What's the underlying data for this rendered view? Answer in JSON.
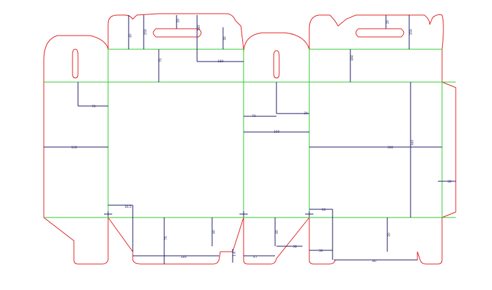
{
  "colors": {
    "cut": "#e02020",
    "fold": "#2ec82e",
    "dimension": "#1a1a66"
  },
  "dimensions": {
    "d1": "150",
    "d2": "70",
    "d3": "150",
    "d4": "40",
    "d5": "140",
    "d6": "20",
    "d7": "180",
    "d8": "75",
    "d9": "20",
    "d10": "160",
    "d11": "70",
    "d12": "160",
    "d13": "300",
    "d14": "340",
    "d15": "40",
    "d16": "70",
    "d17": "20",
    "d18": "30",
    "d19": "20",
    "d20": "18",
    "d21": "30",
    "d22": "30",
    "d23": "16.5",
    "d24": "1.8",
    "d25": "47",
    "d26": "38",
    "d27": "80",
    "d28": "40"
  }
}
